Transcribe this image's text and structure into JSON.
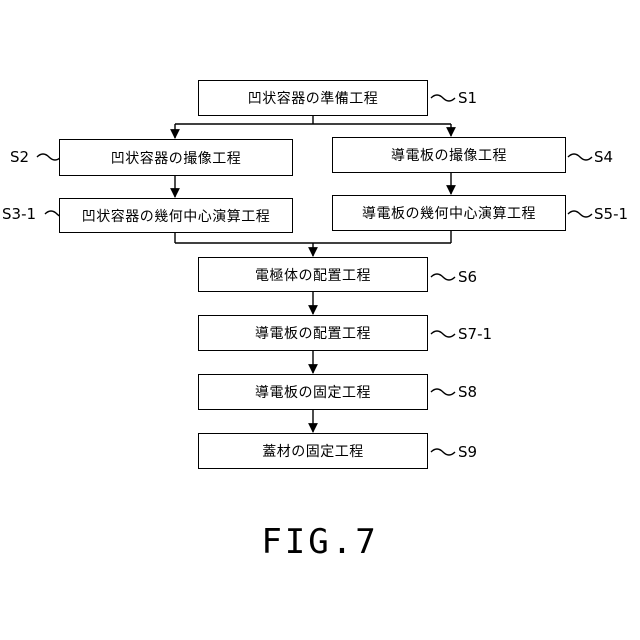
{
  "steps": {
    "s1": {
      "text": "凹状容器の準備工程",
      "label": "S1"
    },
    "s2": {
      "text": "凹状容器の撮像工程",
      "label": "S2"
    },
    "s4": {
      "text": "導電板の撮像工程",
      "label": "S4"
    },
    "s3_1": {
      "text": "凹状容器の幾何中心演算工程",
      "label": "S3-1"
    },
    "s5_1": {
      "text": "導電板の幾何中心演算工程",
      "label": "S5-1"
    },
    "s6": {
      "text": "電極体の配置工程",
      "label": "S6"
    },
    "s7_1": {
      "text": "導電板の配置工程",
      "label": "S7-1"
    },
    "s8": {
      "text": "導電板の固定工程",
      "label": "S8"
    },
    "s9": {
      "text": "蓋材の固定工程",
      "label": "S9"
    }
  },
  "caption": "FIG.7"
}
